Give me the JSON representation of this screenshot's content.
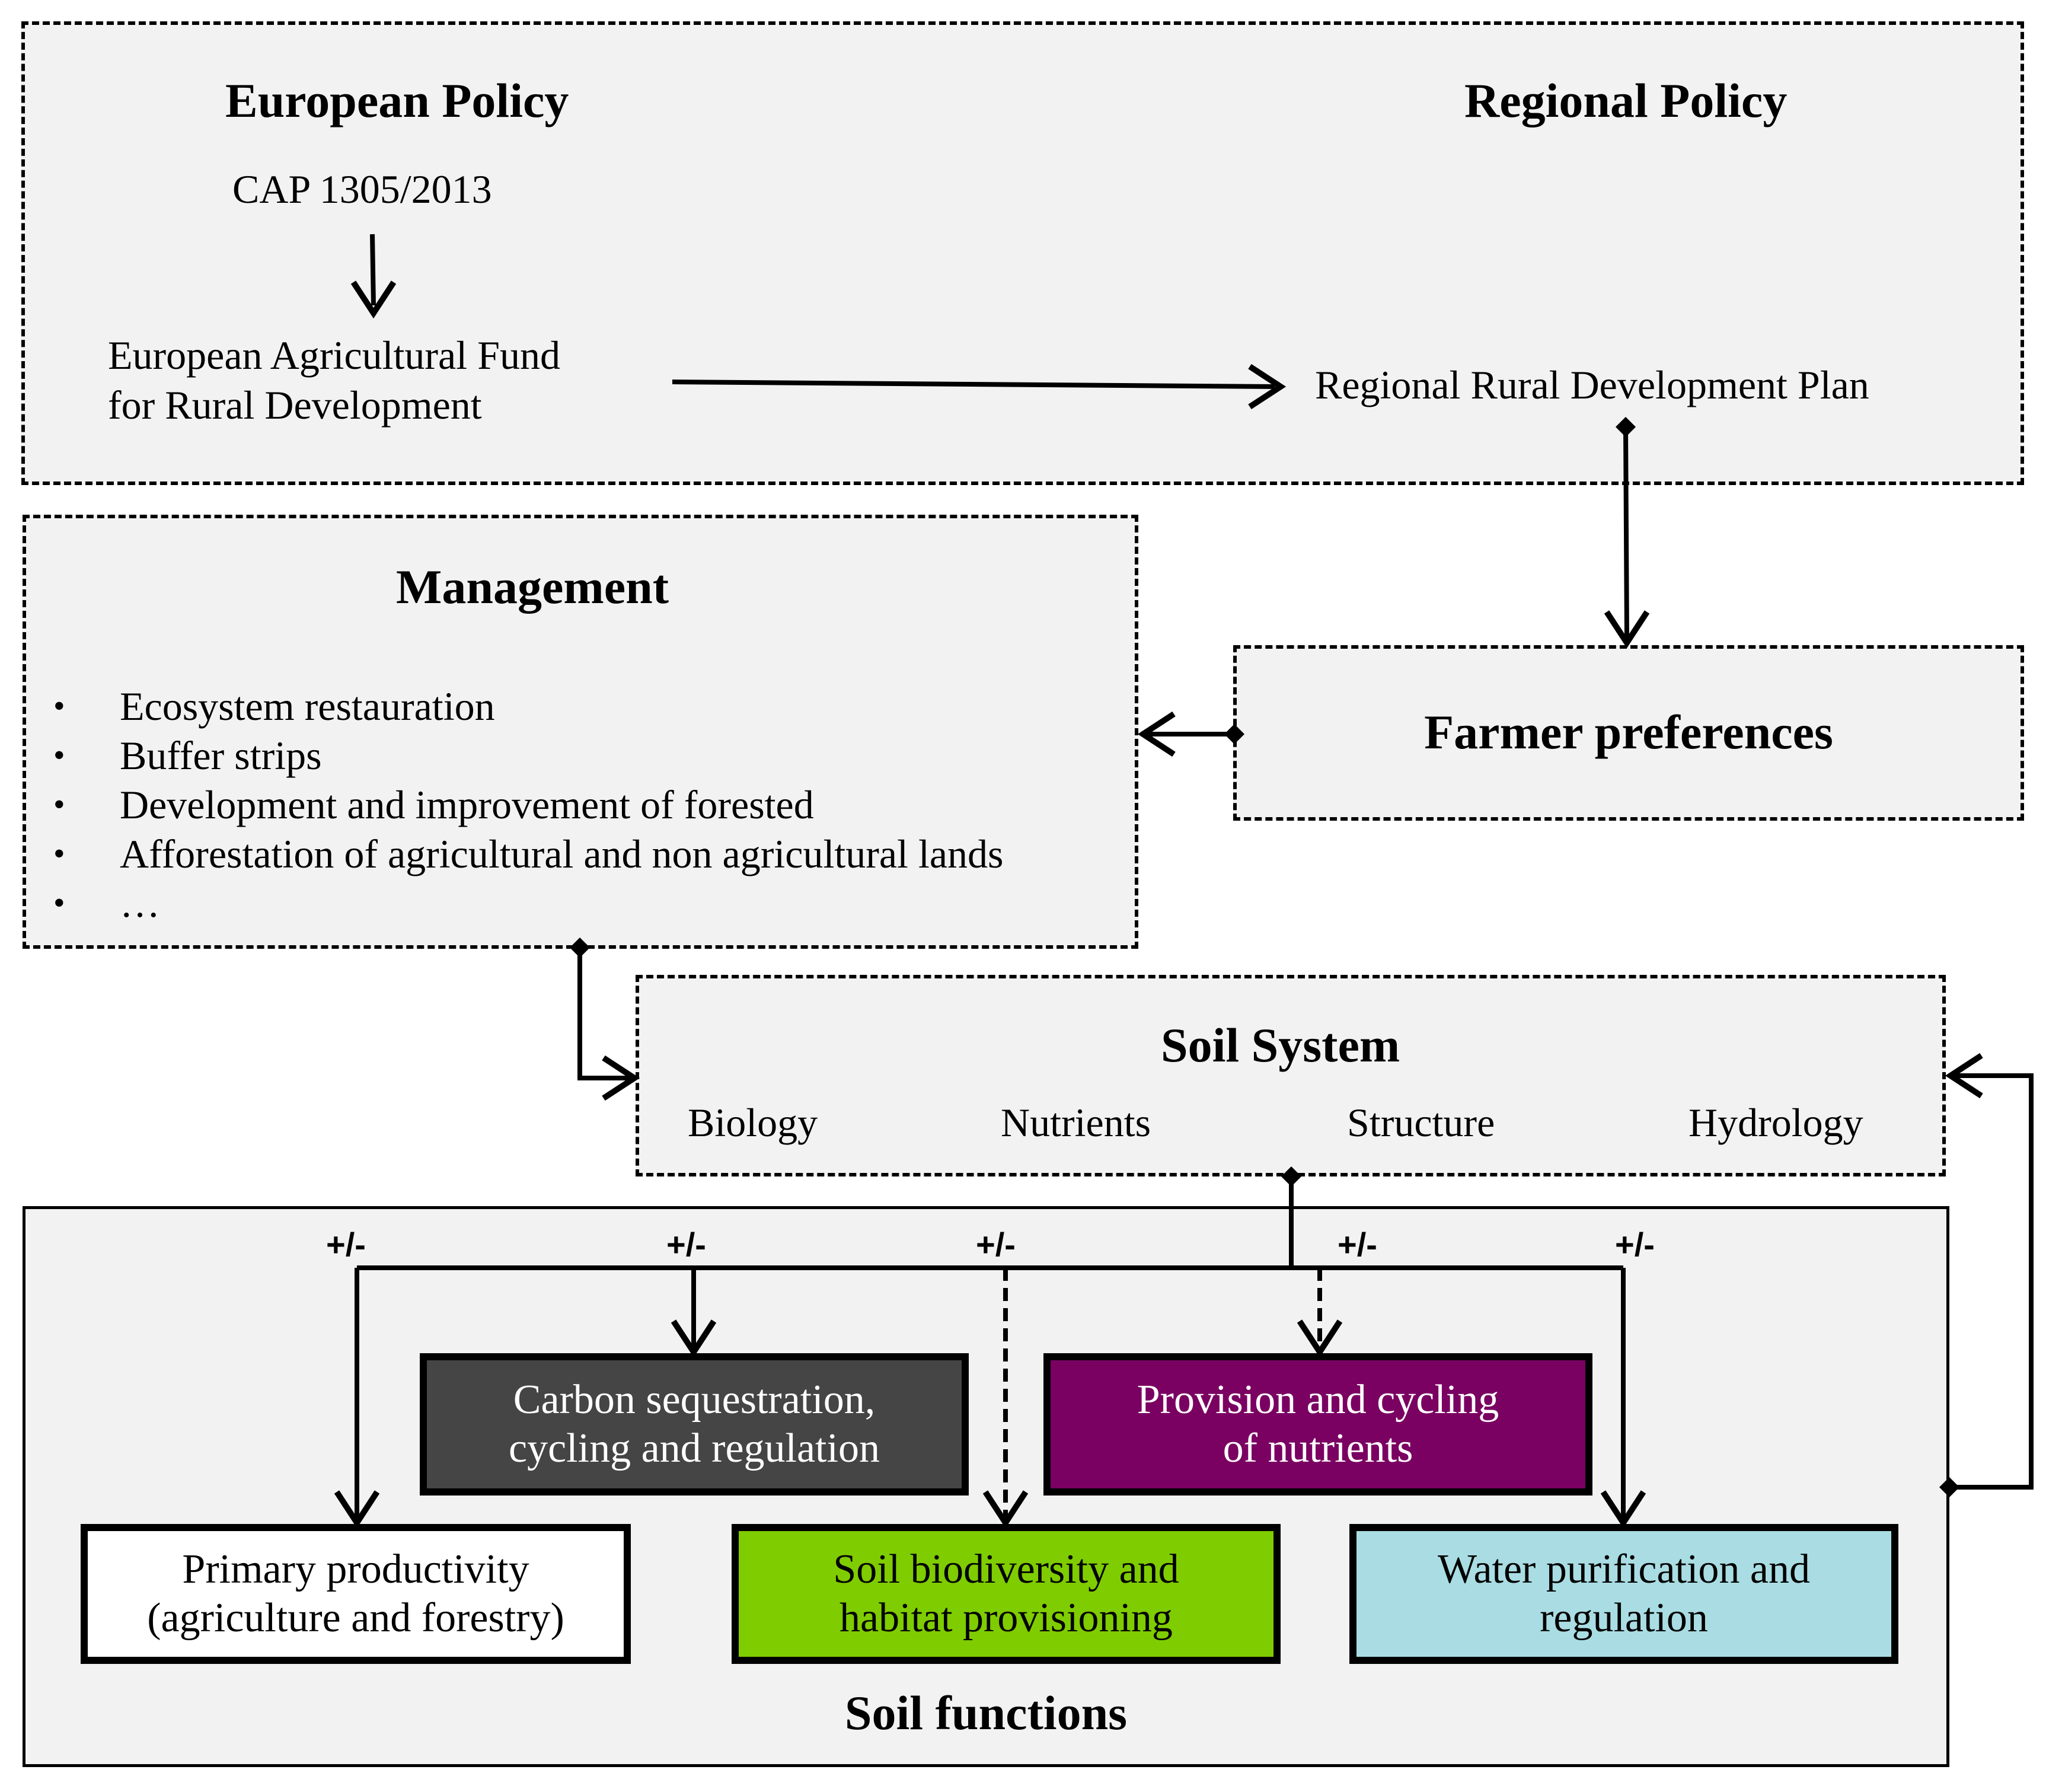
{
  "european_policy": {
    "title": "European Policy",
    "regulation": "CAP 1305/2013",
    "fund_line1": "European Agricultural Fund",
    "fund_line2": "for Rural Development"
  },
  "regional_policy": {
    "title": "Regional Policy",
    "plan": "Regional Rural Development Plan"
  },
  "management": {
    "title": "Management",
    "items": [
      "Ecosystem restauration",
      "Buffer strips",
      "Development and improvement of forested",
      "Afforestation of agricultural and non agricultural lands",
      "…"
    ]
  },
  "farmer_preferences": {
    "title": "Farmer preferences"
  },
  "soil_system": {
    "title": "Soil System",
    "components": [
      "Biology",
      "Nutrients",
      "Structure",
      "Hydrology"
    ]
  },
  "soil_functions": {
    "title": "Soil functions",
    "effect_label": "+/-",
    "functions": [
      {
        "label": "Carbon sequestration,\ncycling and regulation",
        "fill": "#454545",
        "text_color": "#ffffff"
      },
      {
        "label": "Provision and cycling\nof nutrients",
        "fill": "#7a0062",
        "text_color": "#ffffff"
      },
      {
        "label": "Primary productivity\n(agriculture and forestry)",
        "fill": "#ffffff",
        "text_color": "#000000"
      },
      {
        "label": "Soil biodiversity and\nhabitat provisioning",
        "fill": "#7fcc00",
        "text_color": "#000000"
      },
      {
        "label": "Water purification and\nregulation",
        "fill": "#a9dde3",
        "text_color": "#000000"
      }
    ]
  }
}
